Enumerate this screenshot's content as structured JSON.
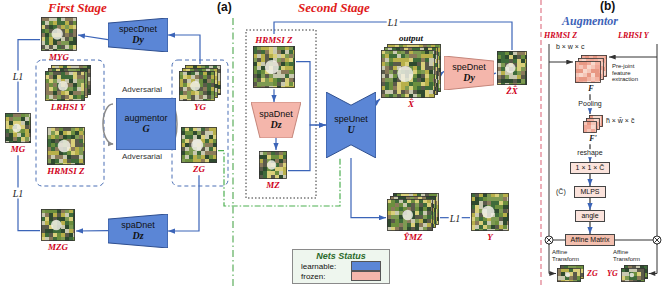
{
  "diagram": {
    "nodes": [
      {
        "text": [
          "specDnet",
          "Dy"
        ]
      },
      {
        "text": [
          "MYG"
        ]
      },
      {
        "text": [
          "LRHSI Y"
        ]
      },
      {
        "text": [
          "HRMSI Z"
        ]
      },
      {
        "text": [
          "augmentor",
          "G"
        ]
      },
      {
        "text": [
          "YG"
        ]
      },
      {
        "text": [
          "ZG"
        ]
      },
      {
        "text": [
          "MG"
        ]
      },
      {
        "text": [
          "spaDnet",
          "Dz"
        ]
      },
      {
        "text": [
          "MZG"
        ]
      },
      {
        "text": [
          "HRMSI Z"
        ]
      },
      {
        "text": [
          "spaDnet",
          "Dz"
        ]
      },
      {
        "text": [
          "MZ"
        ]
      },
      {
        "text": [
          "speUnet",
          "U"
        ]
      },
      {
        "text": [
          "output",
          "X̂"
        ]
      },
      {
        "text": [
          "speDnet",
          "Dy"
        ]
      },
      {
        "text": [
          "ẐX̂"
        ]
      },
      {
        "text": [
          "ŶMZ"
        ]
      },
      {
        "text": [
          "Y"
        ]
      },
      {
        "text": [
          "F"
        ]
      },
      {
        "text": [
          "F'"
        ]
      },
      {
        "text": [
          "1 × 1 × C̃"
        ]
      },
      {
        "text": [
          "MLPS"
        ]
      },
      {
        "text": [
          "angle"
        ]
      },
      {
        "text": [
          "Affine Matrix"
        ]
      },
      {
        "text": [
          "ZG"
        ]
      },
      {
        "text": [
          "YG"
        ]
      }
    ],
    "edges": [
      {
        "from": 5,
        "to": 0,
        "arrow": "to"
      },
      {
        "from": 0,
        "to": 1,
        "arrow": "to"
      },
      {
        "from": 1,
        "to": 7,
        "label": "L1",
        "arrow": "none"
      },
      {
        "from": 9,
        "to": 7,
        "label": "L1",
        "arrow": "none"
      },
      {
        "from": 6,
        "to": 8,
        "arrow": "to"
      },
      {
        "from": 8,
        "to": 9,
        "arrow": "to"
      },
      {
        "from": 6,
        "to": 13,
        "arrow": "none"
      },
      {
        "from": 10,
        "to": 11,
        "arrow": "to"
      },
      {
        "from": 11,
        "to": 12,
        "arrow": "to"
      },
      {
        "from": 10,
        "to": 13,
        "arrow": "to"
      },
      {
        "from": 12,
        "to": 13,
        "arrow": "to"
      },
      {
        "from": 13,
        "to": 14,
        "arrow": "to"
      },
      {
        "from": 14,
        "to": 15,
        "arrow": "to"
      },
      {
        "from": 15,
        "to": 16,
        "arrow": "to"
      },
      {
        "from": 16,
        "to": 10,
        "label": "L1",
        "arrow": "none"
      },
      {
        "from": 13,
        "to": 17,
        "arrow": "to"
      },
      {
        "from": 17,
        "to": 18,
        "label": "L1",
        "arrow": "none"
      },
      {
        "from": 19,
        "to": 20,
        "label": "Pooling",
        "arrow": "to"
      },
      {
        "from": 20,
        "to": 21,
        "label": "reshape",
        "arrow": "to"
      },
      {
        "from": 21,
        "to": 22,
        "arrow": "to"
      },
      {
        "from": 22,
        "to": 23,
        "arrow": "to"
      },
      {
        "from": 23,
        "to": 24,
        "arrow": "to"
      }
    ],
    "labels": [
      "First Stage",
      "(a)",
      "Second Stage",
      "(b)",
      "Augmentor",
      "Adversarial",
      "Adversarial",
      "HRMSI Z",
      "LRHSI Y",
      "b × w × c",
      "Pre-joint feature extraction",
      "h̃ × w̃ × c̃",
      "(C̃)",
      "Affine Transform",
      "Affine Transform",
      "Nets Status"
    ],
    "legend": [
      {
        "text": "learnable:",
        "color": "#5b86d6"
      },
      {
        "text": "frozen:",
        "color": "#f4b6ab"
      }
    ]
  }
}
